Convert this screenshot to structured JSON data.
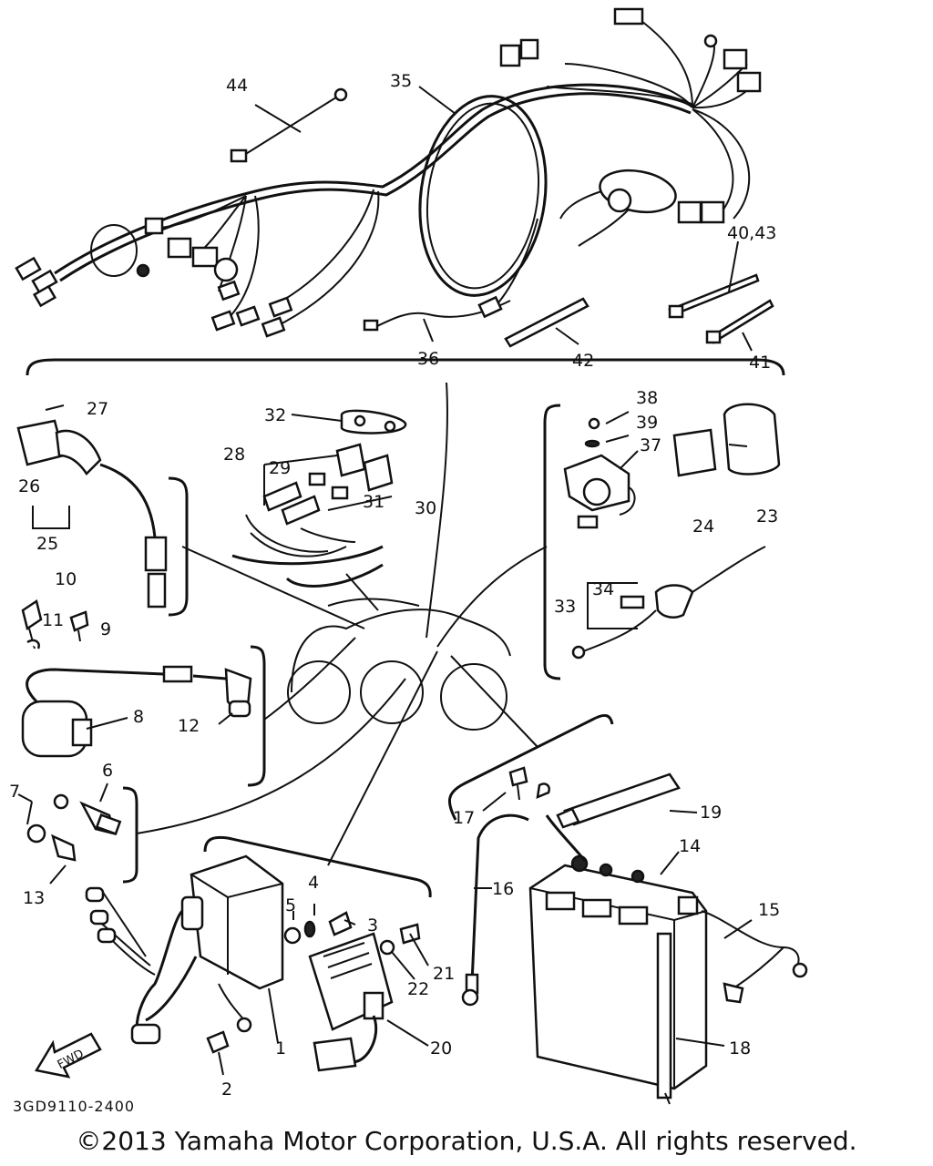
{
  "callouts": {
    "c1": "1",
    "c2": "2",
    "c3": "3",
    "c4": "4",
    "c5": "5",
    "c6": "6",
    "c7": "7",
    "c8": "8",
    "c9": "9",
    "c10": "10",
    "c11": "11",
    "c12": "12",
    "c13": "13",
    "c14": "14",
    "c15": "15",
    "c16": "16",
    "c17": "17",
    "c18": "18",
    "c19": "19",
    "c20": "20",
    "c21": "21",
    "c22": "22",
    "c23": "23",
    "c24": "24",
    "c25": "25",
    "c26": "26",
    "c27": "27",
    "c28": "28",
    "c29": "29",
    "c30": "30",
    "c31": "31",
    "c32": "32",
    "c33": "33",
    "c34": "34",
    "c35": "35",
    "c36": "36",
    "c37": "37",
    "c38": "38",
    "c39": "39",
    "c40_43": "40,43",
    "c41": "41",
    "c42": "42",
    "c44": "44"
  },
  "drawing_code": "3GD9110-2400",
  "copyright": "©2013 Yamaha Motor Corporation, U.S.A. All rights reserved.",
  "fwd_label": "FWD"
}
